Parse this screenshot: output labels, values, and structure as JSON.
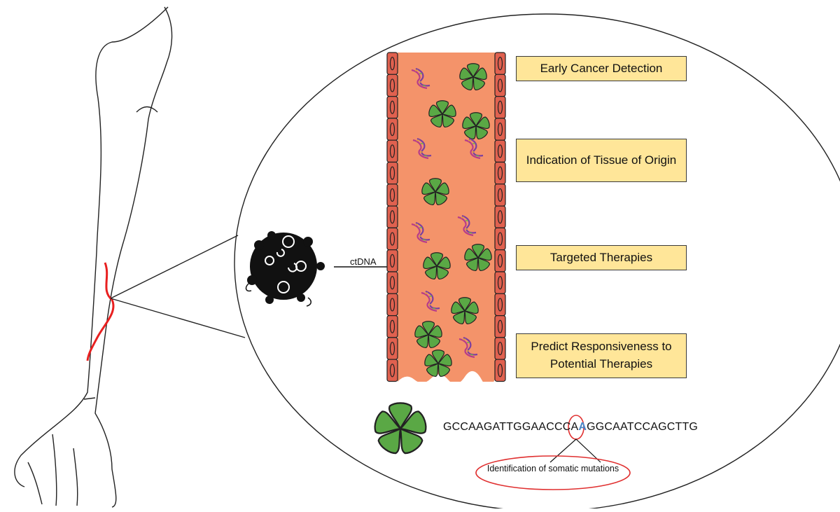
{
  "labels": {
    "ctdna": "ctDNA",
    "applications": [
      "Early Cancer Detection",
      "Indication of Tissue of Origin",
      "Targeted Therapies",
      "Predict Responsiveness to Potential Therapies"
    ],
    "sequence": {
      "before": "GCCAAGATTGGAACCCA",
      "mutation": "A",
      "after": "GGCAATCCAGCTTG"
    },
    "mutation_caption": "Identification of somatic mutations"
  },
  "colors": {
    "vessel_fill": "#f4936a",
    "vessel_wall": "#e0614f",
    "label_fill": "#ffe699",
    "nucleosome": "#5aa845",
    "vein": "#e82020",
    "mutation_highlight": "#4a86c8",
    "mutation_circle": "#e03030"
  }
}
